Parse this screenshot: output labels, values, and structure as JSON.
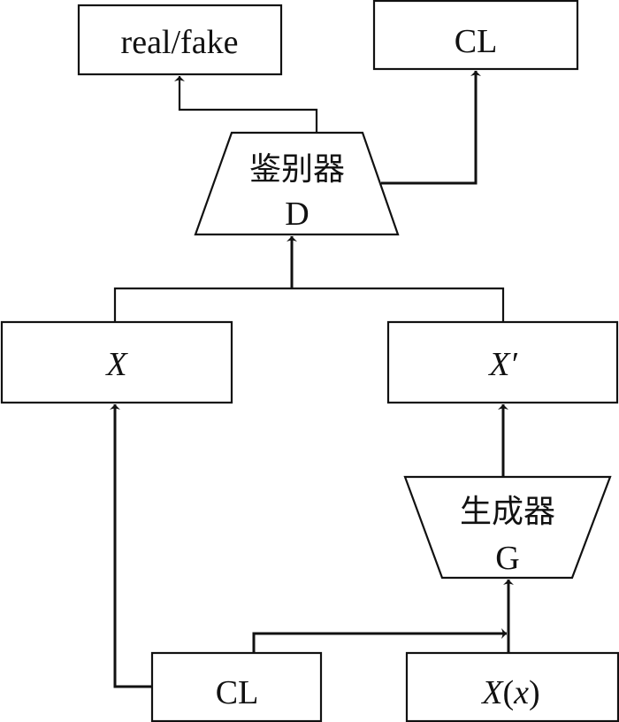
{
  "diagram": {
    "title": "Conditional GAN structure",
    "nodes": {
      "real_fake": {
        "label": "real/fake"
      },
      "cl_top": {
        "label": "CL"
      },
      "discriminator": {
        "label_cn": "鉴别器",
        "label_en": "D"
      },
      "x_real": {
        "label": "X"
      },
      "x_fake": {
        "label": "X′"
      },
      "generator": {
        "label_cn": "生成器",
        "label_en": "G"
      },
      "cl_bottom": {
        "label": "CL"
      },
      "x_input": {
        "label_main": "X",
        "label_paren": "(",
        "label_var": "x",
        "label_close": ")"
      }
    },
    "edges": [
      {
        "from": "discriminator",
        "to": "real_fake"
      },
      {
        "from": "discriminator",
        "to": "cl_top"
      },
      {
        "from": "x_real",
        "to": "discriminator"
      },
      {
        "from": "x_fake",
        "to": "discriminator"
      },
      {
        "from": "generator",
        "to": "x_fake"
      },
      {
        "from": "cl_bottom",
        "to": "x_real"
      },
      {
        "from": "cl_bottom",
        "to": "generator"
      },
      {
        "from": "x_input",
        "to": "generator"
      }
    ],
    "colors": {
      "stroke": "#111111",
      "background": "#ffffff"
    }
  }
}
